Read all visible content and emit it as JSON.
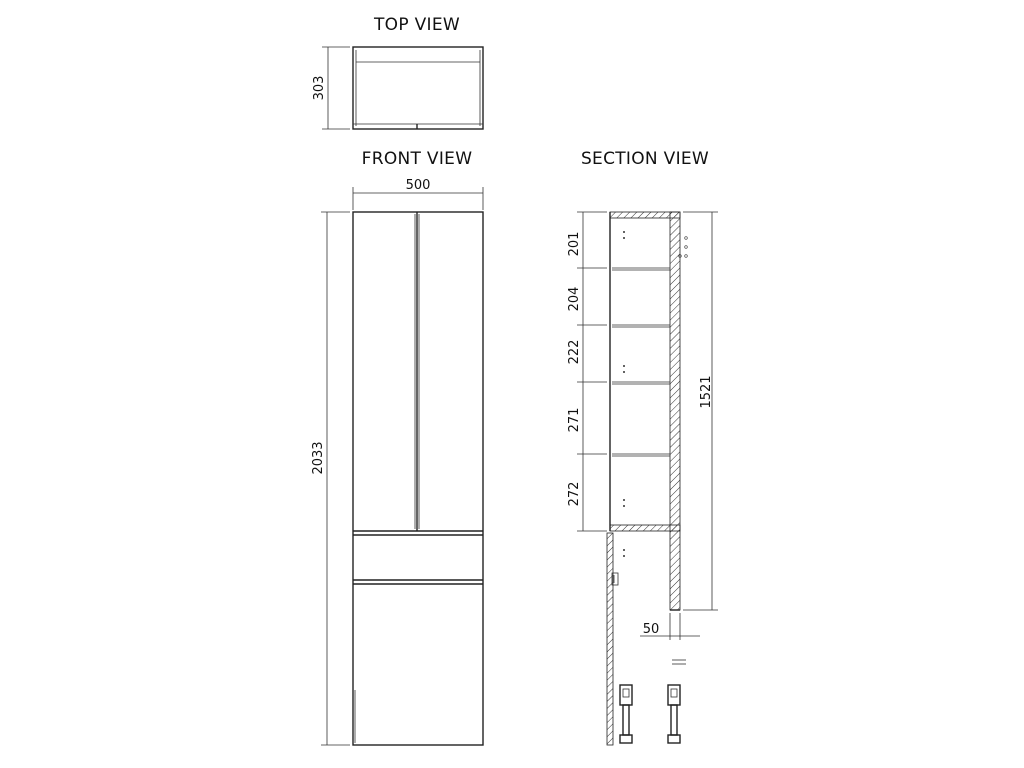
{
  "views": {
    "top": {
      "title": "TOP VIEW",
      "depth_dim": "303"
    },
    "front": {
      "title": "FRONT VIEW",
      "width_dim": "500",
      "height_dim": "2033"
    },
    "section": {
      "title": "SECTION VIEW",
      "shelf_spacings": [
        "201",
        "204",
        "222",
        "271",
        "272"
      ],
      "upper_height_dim": "1521",
      "back_offset_dim": "50"
    }
  }
}
